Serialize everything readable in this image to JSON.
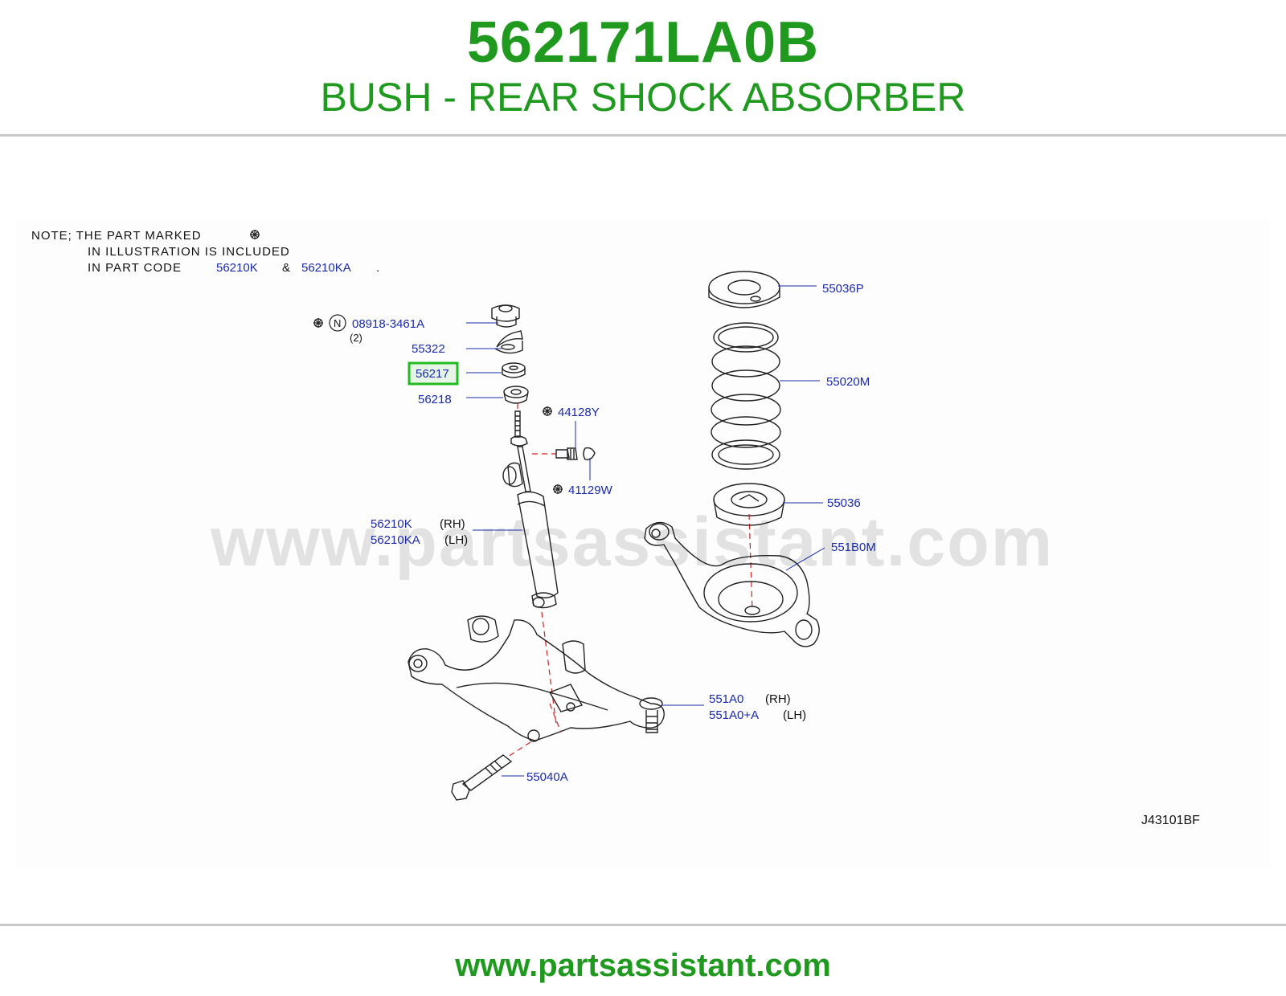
{
  "header": {
    "part_code": "562171LA0B",
    "part_name": "BUSH - REAR SHOCK ABSORBER"
  },
  "note": {
    "line1": "NOTE;  THE  PART  MARKED",
    "line2": "IN  ILLUSTRATION  IS  INCLUDED",
    "line3": "IN  PART  CODE",
    "code_a": "56210K",
    "amp": "&",
    "code_b": "56210KA",
    "dot": "."
  },
  "callouts": {
    "c08918": "08918-3461A",
    "c08918_qty": "(2)",
    "c55322": "55322",
    "c56217": "56217",
    "c56218": "56218",
    "c44128": "44128Y",
    "c41129": "41129W",
    "c56210k": "56210K",
    "c56210k_side": "(RH)",
    "c56210ka": "56210KA",
    "c56210ka_side": "(LH)",
    "c55036p": "55036P",
    "c55020m": "55020M",
    "c55036": "55036",
    "c551b0m": "551B0M",
    "c551a0": "551A0",
    "c551a0_side": "(RH)",
    "c551a0a": "551A0+A",
    "c551a0a_side": "(LH)",
    "c55040a": "55040A"
  },
  "diagram_code": "J43101BF",
  "watermark": "www.partsassistant.com",
  "footer": {
    "url": "www.partsassistant.com"
  },
  "colors": {
    "brand_green": "#1f9a1f",
    "callout_blue": "#1a2aa8",
    "highlight_green": "#22bb22"
  }
}
